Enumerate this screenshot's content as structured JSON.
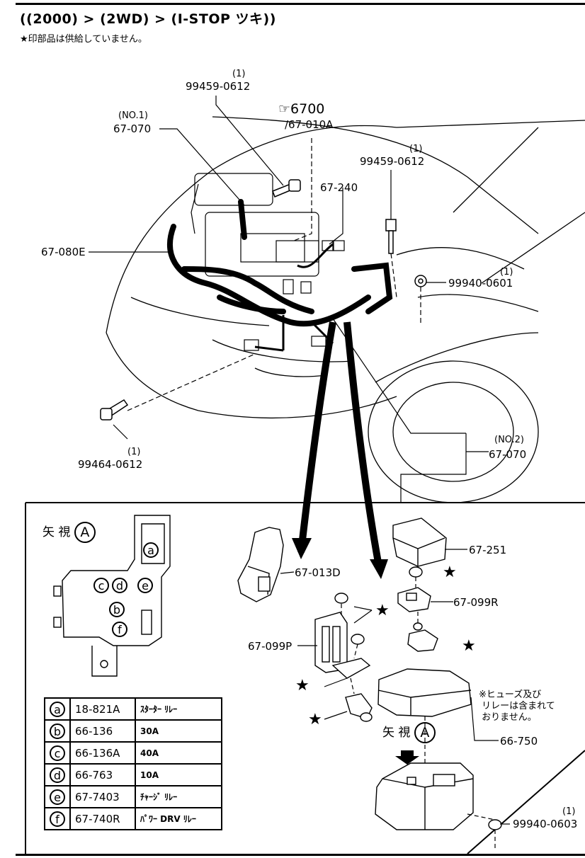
{
  "header": {
    "title": "((2000) > (2WD) > (I-STOP ツキ))",
    "note": "★印部品は供給していません。"
  },
  "reference": {
    "page": "☞6700",
    "sub": "/67-010A"
  },
  "callouts": {
    "bolt_top": {
      "qty": "(1)",
      "part": "99459-0612"
    },
    "harness_no1": {
      "qty": "(NO.1)",
      "part": "67-070"
    },
    "bolt_right": {
      "qty": "(1)",
      "part": "99459-0612"
    },
    "wire_240": {
      "part": "67-240"
    },
    "harness_080e": {
      "part": "67-080E"
    },
    "nut_right": {
      "qty": "(1)",
      "part": "99940-0601"
    },
    "bolt_left": {
      "qty": "(1)",
      "part": "99464-0612"
    },
    "harness_no2": {
      "qty": "(NO.2)",
      "part": "67-070"
    }
  },
  "detail": {
    "view_label": "矢 視",
    "view_letter": "A",
    "parts": [
      {
        "letter": "a",
        "part": "18-821A",
        "desc": "ｽﾀｰﾀｰ ﾘﾚｰ"
      },
      {
        "letter": "b",
        "part": "66-136",
        "desc": "30A"
      },
      {
        "letter": "c",
        "part": "66-136A",
        "desc": "40A"
      },
      {
        "letter": "d",
        "part": "66-763",
        "desc": "10A"
      },
      {
        "letter": "e",
        "part": "67-7403",
        "desc": "ﾁｬｰｼﾞ ﾘﾚｰ"
      },
      {
        "letter": "f",
        "part": "67-740R",
        "desc": "ﾊﾟﾜｰ DRV ﾘﾚｰ"
      }
    ],
    "box_letters": [
      "a",
      "c",
      "d",
      "e",
      "b",
      "f"
    ],
    "callouts": {
      "cover_251": "67-251",
      "bracket_013d": "67-013D",
      "relay_099r": "67-099R",
      "relay_099p": "67-099P",
      "box_750": "66-750",
      "nut_0603": {
        "qty": "(1)",
        "part": "99940-0603"
      }
    },
    "fuse_note": "※ヒューズ及び\n リレーは含まれて\n おりません。",
    "view_arrow_label": "矢 視",
    "view_arrow_letter": "A",
    "star": "★"
  }
}
